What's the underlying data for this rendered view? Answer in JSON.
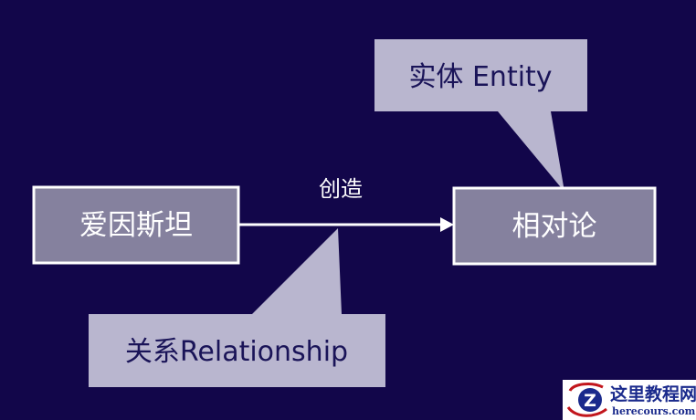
{
  "nodes": {
    "einstein": "爱因斯坦",
    "relativity": "相对论"
  },
  "edge": {
    "label": "创造"
  },
  "callouts": {
    "entity": "实体 Entity",
    "relationship": "关系Relationship"
  },
  "watermark": {
    "logo_letter": "Z",
    "title": "这里教程网",
    "url": "herecours.com"
  },
  "colors": {
    "background": "#12064a",
    "node_fill": "#85819e",
    "callout_fill": "#b9b6cf",
    "callout_text": "#1a1458",
    "line": "#ffffff"
  }
}
